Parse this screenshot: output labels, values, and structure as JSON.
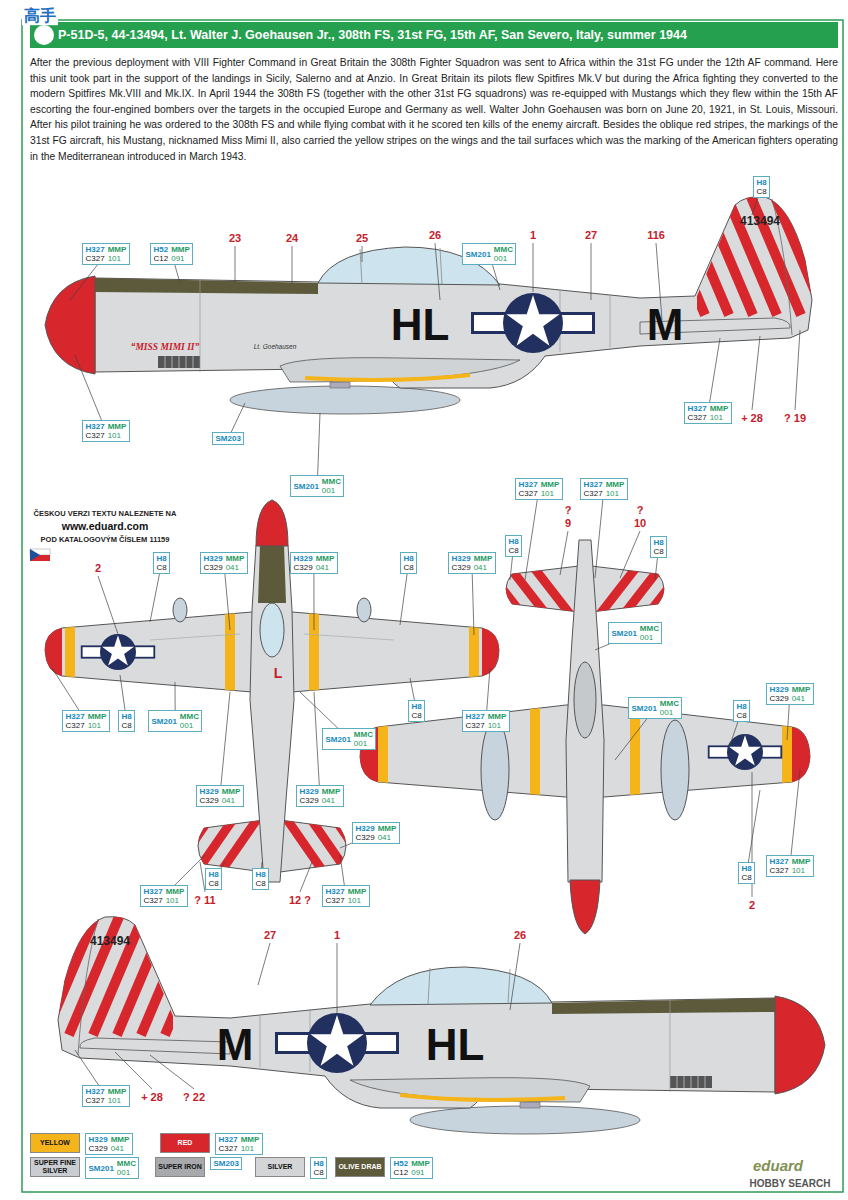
{
  "diagram": {
    "title": "P-51D-5, 44-13494, Lt. Walter J. Goehausen Jr., 308th FS, 31st FG, 15th AF, San Severo, Italy, summer 1944",
    "caption": "After the previous deployment with VIII Fighter Command in Great Britain the 308th Fighter Squadron was sent to Africa within the 31st FG under the 12th AF command. Here this unit took part in the support of the landings in Sicily, Salerno and at Anzio. In Great Britain its pilots flew Spitfires Mk.V but during the Africa fighting they converted to the modern Spitfires Mk.VIII and Mk.IX. In April 1944 the 308th FS (together with the other 31st FG squadrons) was re-equipped with Mustangs which they flew within the 15th AF escorting the four-engined bombers over the targets in the occupied Europe and Germany as well. Walter John Goehausen was born on June 20, 1921, in St. Louis, Missouri. After his pilot training he was ordered to the 308th FS and while flying combat with it he scored ten kills of the enemy aircraft. Besides the oblique red stripes, the markings of the 31st FG aircraft, his Mustang, nicknamed Miss Mimi II, also carried the yellow stripes on the wings and the tail surfaces which was the marking of the American fighters operating in the Mediterranean introduced in March 1943.",
    "nodes": [
      {
        "text": [
          "H8",
          "C8"
        ]
      },
      {
        "text": [
          "H327",
          "MMP",
          "C327",
          "101"
        ]
      },
      {
        "text": [
          "H52",
          "MMP",
          "C12",
          "091"
        ]
      },
      {
        "text": [
          "SM201",
          "MMC",
          "001"
        ]
      },
      {
        "text": [
          "H327",
          "MMP",
          "C327",
          "101"
        ]
      },
      {
        "text": [
          "H327",
          "MMP",
          "C327",
          "101"
        ]
      },
      {
        "text": [
          "SM203"
        ]
      },
      {
        "text": [
          "SM201",
          "MMC",
          "001"
        ]
      },
      {
        "text": [
          "H8",
          "C8"
        ]
      },
      {
        "text": [
          "H329",
          "MMP",
          "C329",
          "041"
        ]
      },
      {
        "text": [
          "H329",
          "MMP",
          "C329",
          "041"
        ]
      },
      {
        "text": [
          "H8",
          "C8"
        ]
      },
      {
        "text": [
          "H329",
          "MMP",
          "C329",
          "041"
        ]
      },
      {
        "text": [
          "H327",
          "MMP",
          "C327",
          "101"
        ]
      },
      {
        "text": [
          "H327",
          "MMP",
          "C327",
          "101"
        ]
      },
      {
        "text": [
          "H8",
          "C8"
        ]
      },
      {
        "text": [
          "H8",
          "C8"
        ]
      },
      {
        "text": [
          "H327",
          "MMP",
          "C327",
          "101"
        ]
      },
      {
        "text": [
          "H8",
          "C8"
        ]
      },
      {
        "text": [
          "SM201",
          "MMC",
          "001"
        ]
      },
      {
        "text": [
          "H8",
          "C8"
        ]
      },
      {
        "text": [
          "H327",
          "MMP",
          "C327",
          "101"
        ]
      },
      {
        "text": [
          "SM201",
          "MMC",
          "001"
        ]
      },
      {
        "text": [
          "SM201",
          "MMC",
          "001"
        ]
      },
      {
        "text": [
          "SM201",
          "MMC",
          "001"
        ]
      },
      {
        "text": [
          "H329",
          "MMP",
          "C329",
          "041"
        ]
      },
      {
        "text": [
          "H8",
          "C8"
        ]
      },
      {
        "text": [
          "H8",
          "C8"
        ]
      },
      {
        "text": [
          "H327",
          "MMP",
          "C327",
          "101"
        ]
      },
      {
        "text": [
          "H329",
          "MMP",
          "C329",
          "041"
        ]
      },
      {
        "text": [
          "H329",
          "MMP",
          "C329",
          "041"
        ]
      },
      {
        "text": [
          "H329",
          "MMP",
          "C329",
          "041"
        ]
      },
      {
        "text": [
          "H327",
          "MMP",
          "C327",
          "101"
        ]
      },
      {
        "text": [
          "H8",
          "C8"
        ]
      },
      {
        "text": [
          "H8",
          "C8"
        ]
      },
      {
        "text": [
          "H327",
          "MMP",
          "C327",
          "101"
        ]
      },
      {
        "text": [
          "H327",
          "MMP",
          "C327",
          "101"
        ]
      },
      {
        "text": [
          "H329",
          "MMP",
          "C329",
          "041"
        ]
      },
      {
        "text": [
          "H327",
          "MMP",
          "C327",
          "101"
        ]
      },
      {
        "text": [
          "SM201",
          "MMC",
          "001"
        ]
      },
      {
        "text": [
          "SM203"
        ]
      },
      {
        "text": [
          "H8",
          "C8"
        ]
      },
      {
        "text": [
          "H52",
          "MMP",
          "C12",
          "091"
        ]
      }
    ],
    "labels": [
      "23",
      "24",
      "25",
      "26",
      "1",
      "27",
      "116",
      "“MISS MIMI II”",
      "Lt. Goehausen",
      "HL",
      "M",
      "413494",
      "+ 28",
      "? 19",
      "ČESKOU VERZI TEXTU NALEZNETE NA",
      "www.eduard.com",
      "POD KATALOGOVÝM ČÍSLEM 11159",
      "2",
      "?",
      "9",
      "?",
      "10",
      "L",
      "? 11",
      "12 ?",
      "2",
      "27",
      "1",
      "26",
      "413494",
      "M",
      "HL",
      "+ 28",
      "? 22",
      "高手",
      "eduard",
      "HOBBY SEARCH"
    ],
    "legend": [
      {
        "text": "YELLOW",
        "color": "#f4b41a"
      },
      {
        "text": "RED",
        "color": "#d7262c"
      },
      {
        "text": "SUPER FINE SILVER",
        "color": "#c9ccd0"
      },
      {
        "text": "SUPER IRON",
        "color": "#a7a9ac"
      },
      {
        "text": "SILVER",
        "color": "#d3d5d7"
      },
      {
        "text": "OLIVE DRAB",
        "color": "#5d5a3c"
      }
    ]
  }
}
